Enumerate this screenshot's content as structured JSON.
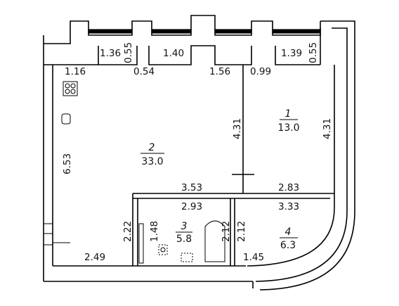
{
  "rooms": [
    {
      "number": "1",
      "area": "13.0"
    },
    {
      "number": "2",
      "area": "33.0"
    },
    {
      "number": "3",
      "area": "5.8"
    },
    {
      "number": "4",
      "area": "6.3"
    }
  ],
  "dimensions": {
    "top_136": "1.36",
    "top_055_a": "0.55",
    "top_140": "1.40",
    "top_139": "1.39",
    "top_055_b": "0.55",
    "d_116": "1.16",
    "d_054": "0.54",
    "d_156": "1.56",
    "d_099": "0.99",
    "left_653": "6.53",
    "mid_431": "4.31",
    "right_431": "4.31",
    "d_353": "3.53",
    "d_283": "2.83",
    "d_293": "2.93",
    "d_333": "3.33",
    "d_222": "2.22",
    "d_148": "1.48",
    "d_212_a": "2.12",
    "d_212_b": "2.12",
    "d_249": "2.49",
    "d_145": "1.45"
  }
}
